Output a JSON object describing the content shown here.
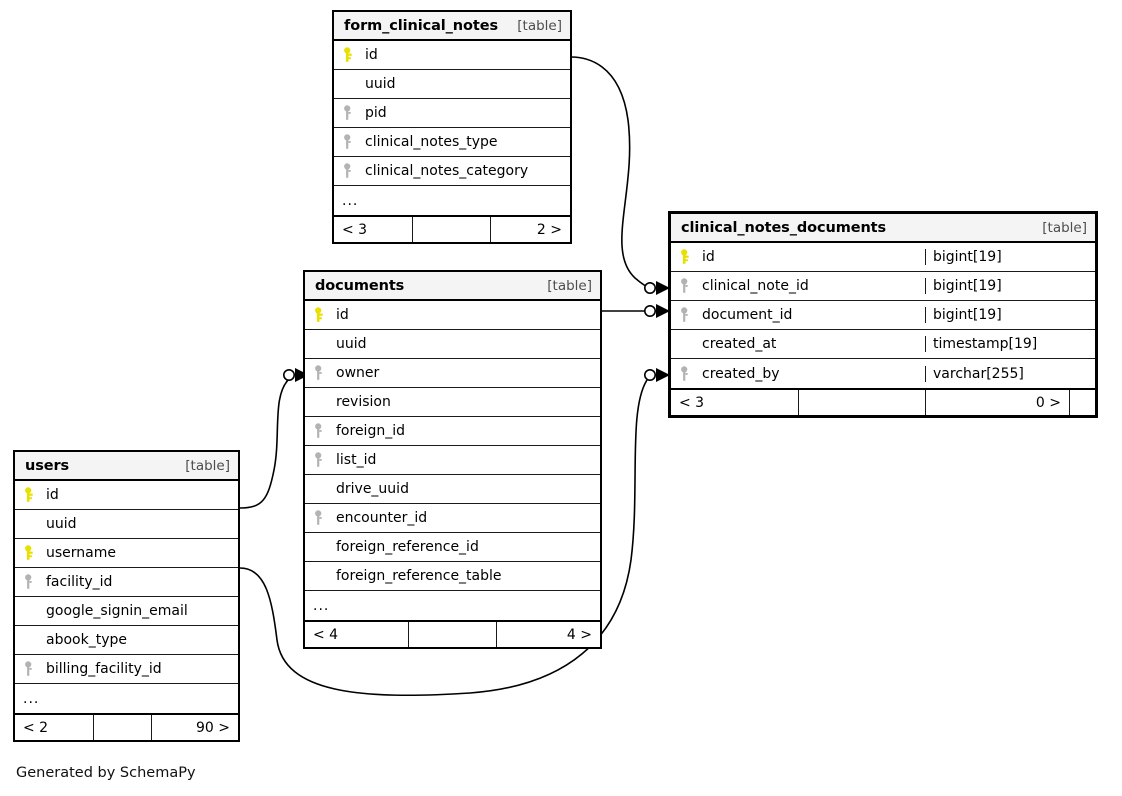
{
  "diagram": {
    "generator_note": "Generated by SchemaPy",
    "table_tag": "[table]",
    "ellipsis": "..."
  },
  "colors": {
    "primary_key": "#e8e000",
    "foreign_key": "#b3b3b3",
    "header_bg": "#f4f4f4",
    "border": "#000000",
    "text": "#000000",
    "tag_text": "#4d4d4d"
  },
  "tables": [
    {
      "id": "form_clinical_notes",
      "name": "form_clinical_notes",
      "tag": "[table]",
      "focal": false,
      "columns": [
        {
          "name": "id",
          "key": "primary",
          "type": ""
        },
        {
          "name": "uuid",
          "key": "none",
          "type": ""
        },
        {
          "name": "pid",
          "key": "foreign",
          "type": ""
        },
        {
          "name": "clinical_notes_type",
          "key": "foreign",
          "type": ""
        },
        {
          "name": "clinical_notes_category",
          "key": "foreign",
          "type": ""
        }
      ],
      "has_more": true,
      "footer": {
        "left": "< 3",
        "middle": "",
        "right": "2 >"
      }
    },
    {
      "id": "clinical_notes_documents",
      "name": "clinical_notes_documents",
      "tag": "[table]",
      "focal": true,
      "columns": [
        {
          "name": "id",
          "key": "primary",
          "type": "bigint[19]"
        },
        {
          "name": "clinical_note_id",
          "key": "foreign",
          "type": "bigint[19]"
        },
        {
          "name": "document_id",
          "key": "foreign",
          "type": "bigint[19]"
        },
        {
          "name": "created_at",
          "key": "none",
          "type": "timestamp[19]"
        },
        {
          "name": "created_by",
          "key": "foreign",
          "type": "varchar[255]"
        }
      ],
      "has_more": false,
      "footer": {
        "left": "< 3",
        "middle": "",
        "right": "0 >"
      }
    },
    {
      "id": "documents",
      "name": "documents",
      "tag": "[table]",
      "focal": false,
      "columns": [
        {
          "name": "id",
          "key": "primary",
          "type": ""
        },
        {
          "name": "uuid",
          "key": "none",
          "type": ""
        },
        {
          "name": "owner",
          "key": "foreign",
          "type": ""
        },
        {
          "name": "revision",
          "key": "none",
          "type": ""
        },
        {
          "name": "foreign_id",
          "key": "foreign",
          "type": ""
        },
        {
          "name": "list_id",
          "key": "foreign",
          "type": ""
        },
        {
          "name": "drive_uuid",
          "key": "none",
          "type": ""
        },
        {
          "name": "encounter_id",
          "key": "foreign",
          "type": ""
        },
        {
          "name": "foreign_reference_id",
          "key": "none",
          "type": ""
        },
        {
          "name": "foreign_reference_table",
          "key": "none",
          "type": ""
        }
      ],
      "has_more": true,
      "footer": {
        "left": "< 4",
        "middle": "",
        "right": "4 >"
      }
    },
    {
      "id": "users",
      "name": "users",
      "tag": "[table]",
      "focal": false,
      "columns": [
        {
          "name": "id",
          "key": "primary",
          "type": ""
        },
        {
          "name": "uuid",
          "key": "none",
          "type": ""
        },
        {
          "name": "username",
          "key": "primary",
          "type": ""
        },
        {
          "name": "facility_id",
          "key": "foreign",
          "type": ""
        },
        {
          "name": "google_signin_email",
          "key": "none",
          "type": ""
        },
        {
          "name": "abook_type",
          "key": "none",
          "type": ""
        },
        {
          "name": "billing_facility_id",
          "key": "foreign",
          "type": ""
        }
      ],
      "has_more": true,
      "footer": {
        "left": "< 2",
        "middle": "",
        "right": "90 >"
      }
    }
  ],
  "relationships": [
    {
      "from_table": "form_clinical_notes",
      "from_column": "id",
      "to_table": "clinical_notes_documents",
      "to_column": "clinical_note_id"
    },
    {
      "from_table": "documents",
      "from_column": "id",
      "to_table": "clinical_notes_documents",
      "to_column": "document_id"
    },
    {
      "from_table": "users",
      "from_column": "id",
      "to_table": "documents",
      "to_column": "owner"
    },
    {
      "from_table": "users",
      "from_column": "username",
      "to_table": "clinical_notes_documents",
      "to_column": "created_by"
    }
  ]
}
